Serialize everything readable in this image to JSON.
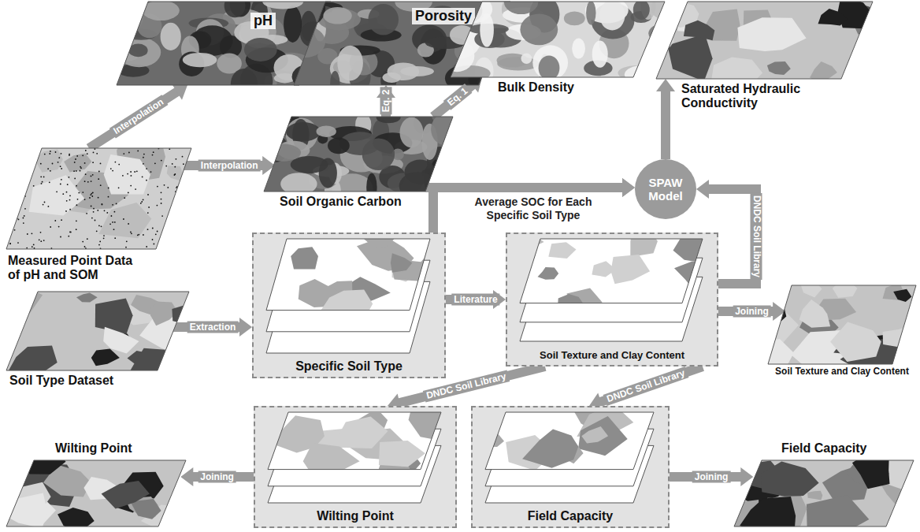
{
  "diagram": {
    "nodes": [
      {
        "text": [
          "pH"
        ]
      },
      {
        "text": [
          "Porosity"
        ]
      },
      {
        "text": [
          "Bulk Density"
        ]
      },
      {
        "text": [
          "Saturated Hydraulic Conductivity"
        ]
      },
      {
        "text": [
          "Measured Point Data of pH and SOM"
        ]
      },
      {
        "text": [
          "Soil Organic Carbon"
        ]
      },
      {
        "text": [
          "SPAW Model"
        ]
      },
      {
        "text": [
          "Soil Type Dataset"
        ]
      },
      {
        "text": [
          "Specific Soil Type"
        ]
      },
      {
        "text": [
          "Soil Texture and Clay Content"
        ]
      },
      {
        "text": [
          "Soil Texture and Clay Content"
        ]
      },
      {
        "text": [
          "Wilting Point"
        ]
      },
      {
        "text": [
          "Wilting Point"
        ]
      },
      {
        "text": [
          "Field Capacity"
        ]
      },
      {
        "text": [
          "Field Capacity"
        ]
      }
    ],
    "edges": [
      {
        "from": 4,
        "to": 0,
        "arrow": "to",
        "label": "Interpolation"
      },
      {
        "from": 4,
        "to": 5,
        "arrow": "to",
        "label": "Interpolation"
      },
      {
        "from": 5,
        "to": 1,
        "arrow": "to",
        "label": "Eq. 2"
      },
      {
        "from": 5,
        "to": 2,
        "arrow": "to",
        "label": "Eq. 1"
      },
      {
        "from": 5,
        "to": 6,
        "arrow": "to",
        "label": "Average SOC for Each Specific Soil Type"
      },
      {
        "from": 8,
        "to": 6,
        "arrow": "to"
      },
      {
        "from": 6,
        "to": 3,
        "arrow": "to"
      },
      {
        "from": 9,
        "to": 6,
        "arrow": "to",
        "label": "DNDC Soil Library"
      },
      {
        "from": 7,
        "to": 8,
        "arrow": "to",
        "label": "Extraction"
      },
      {
        "from": 8,
        "to": 9,
        "arrow": "to",
        "label": "Literature"
      },
      {
        "from": 9,
        "to": 10,
        "arrow": "to",
        "label": "Joining"
      },
      {
        "from": 9,
        "to": 12,
        "arrow": "to",
        "label": "DNDC Soil Library"
      },
      {
        "from": 9,
        "to": 13,
        "arrow": "to",
        "label": "DNDC Soil Library"
      },
      {
        "from": 12,
        "to": 11,
        "arrow": "to",
        "label": "Joining"
      },
      {
        "from": 13,
        "to": 14,
        "arrow": "to",
        "label": "Joining"
      }
    ]
  }
}
